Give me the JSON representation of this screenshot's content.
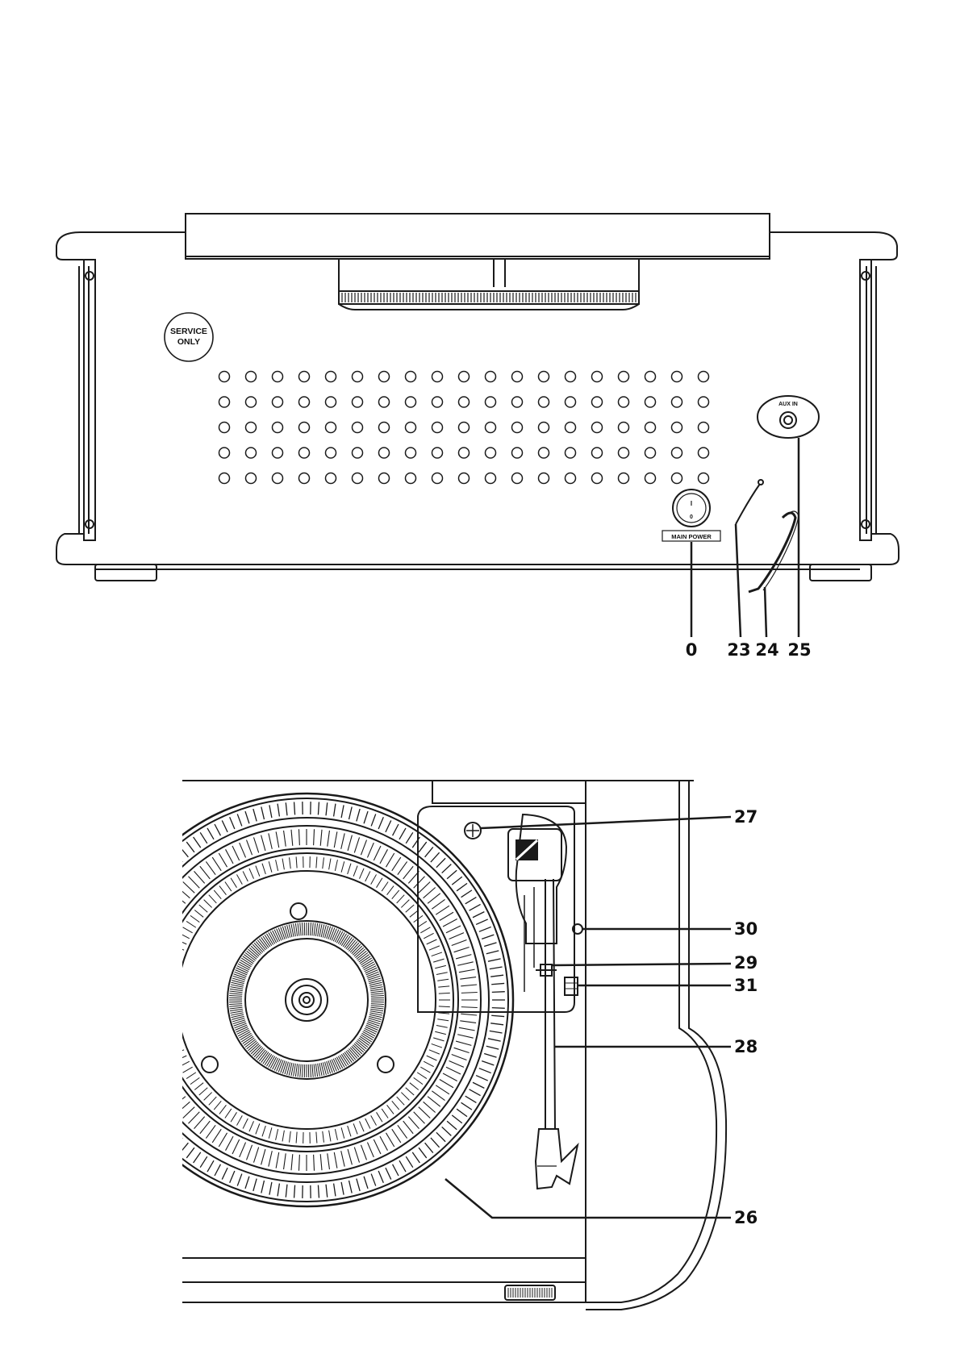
{
  "rear_view": {
    "service_label_line1": "SERVICE",
    "service_label_line2": "ONLY",
    "aux_label": "AUX IN",
    "power_label": "MAIN POWER",
    "power_symbol_on": "I",
    "power_symbol_off": "0",
    "callouts": [
      "0",
      "23",
      "24",
      "25"
    ]
  },
  "top_view": {
    "callouts": [
      "27",
      "30",
      "29",
      "31",
      "28",
      "26"
    ]
  }
}
